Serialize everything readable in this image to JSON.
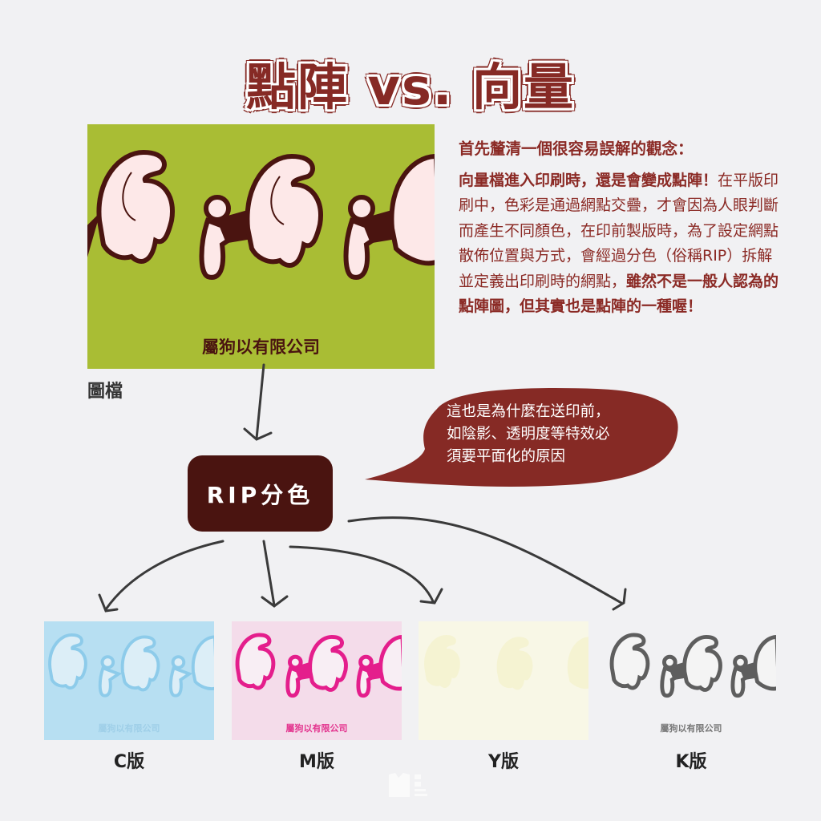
{
  "title": "點陣 vs. 向量",
  "main_image": {
    "company_text": "屬狗以有限公司",
    "label": "圖檔",
    "bg_color": "#a9bd34"
  },
  "explanation": {
    "heading": "首先釐清一個很容易誤解的觀念：",
    "bold_intro": "向量檔進入印刷時，還是會變成點陣！",
    "body": "在平版印刷中，色彩是通過網點交疊，才會因為人眼判斷而產生不同顏色，在印前製版時，為了設定網點散佈位置與方式，會經過分色（俗稱RIP）拆解並定義出印刷時的網點，",
    "bold_outro": "雖然不是一般人認為的點陣圖，但其實也是點陣的一種喔！"
  },
  "bubble": {
    "text_lines": [
      "這也是為什麼在送印前，",
      "如陰影、透明度等特效必",
      "須要平面化的原因"
    ],
    "color": "#862a25"
  },
  "rip_box": {
    "label": "RIP分色",
    "color": "#4a1410"
  },
  "plates": [
    {
      "label": "C版",
      "company_text": "屬狗以有限公司",
      "bg": "#b7dff2",
      "ink": "#8dcbea",
      "fill": "#dceef7",
      "text_color": "#9fcfe8"
    },
    {
      "label": "M版",
      "company_text": "屬狗以有限公司",
      "bg": "#f4dcea",
      "ink": "#e41e8c",
      "fill": "#f8eef4",
      "text_color": "#e3358f"
    },
    {
      "label": "Y版",
      "company_text": "",
      "bg": "#f8f7e6",
      "ink": "#f5f3d2",
      "fill": "#f9f9ec",
      "text_color": "#f4f2d0"
    },
    {
      "label": "K版",
      "company_text": "屬狗以有限公司",
      "bg": "#f1f1f3",
      "ink": "#5e5e5e",
      "fill": "#f4f4f4",
      "text_color": "#777777"
    }
  ],
  "colors": {
    "background": "#f1f1f3",
    "title_red": "#862a25",
    "dark_brown": "#4a1410",
    "arrow": "#3a3a3a"
  }
}
